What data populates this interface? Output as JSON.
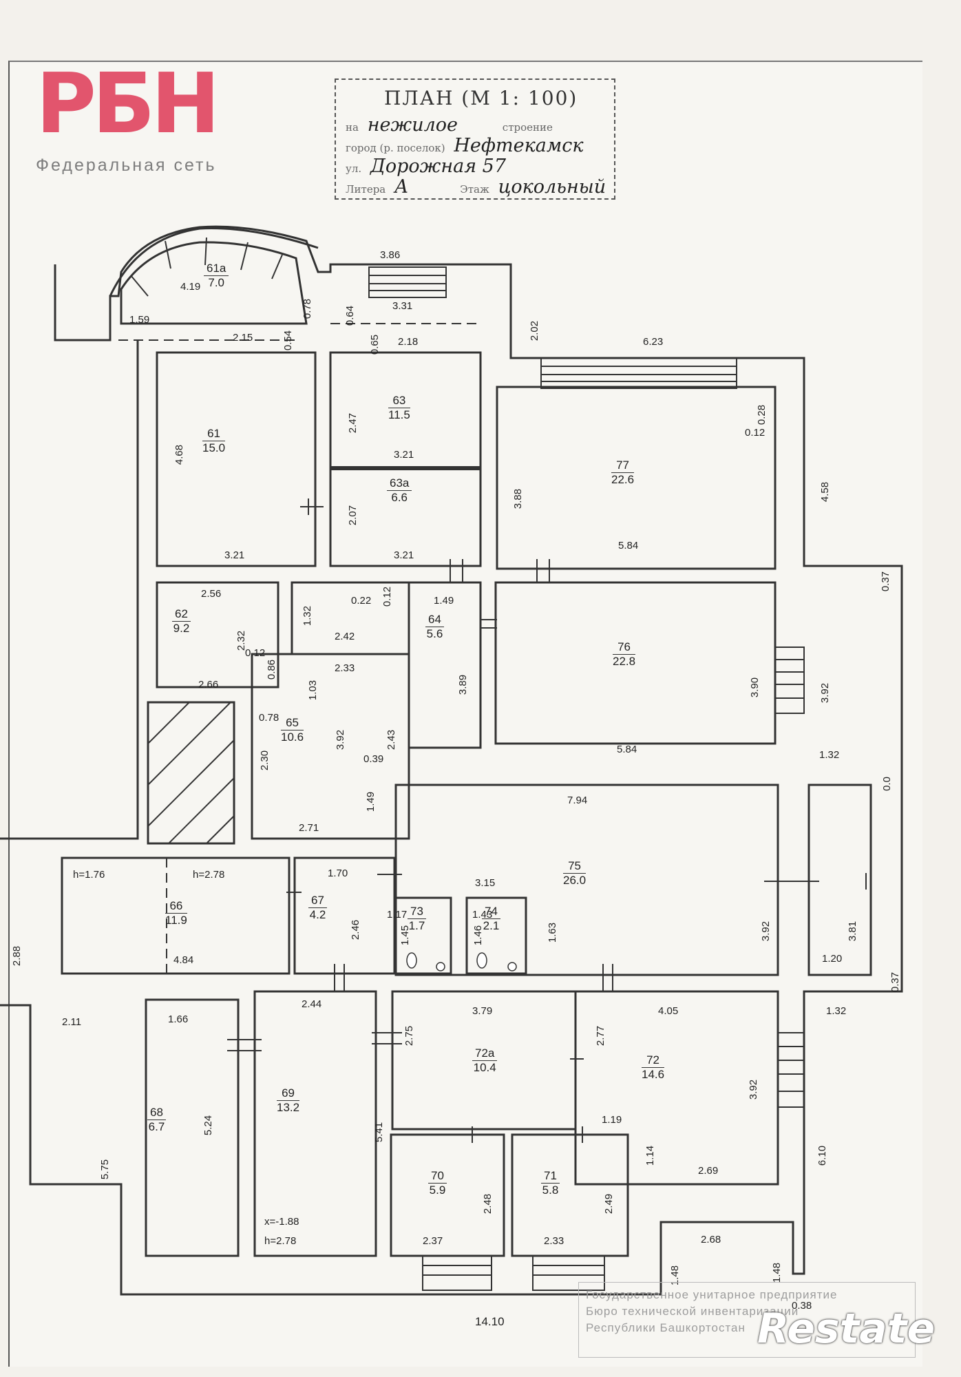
{
  "logo": {
    "mark": "РБН",
    "subtitle": "Федеральная сеть"
  },
  "stamp": {
    "title": "ПЛАН (М 1: 100)",
    "row1_label": "на",
    "row1_value": "нежилое",
    "row1_suffix": "строение",
    "row2_label": "город (р. поселок)",
    "row2_value": "Нефтекамск",
    "row3_label": "ул.",
    "row3_value": "Дорожная 57",
    "row4_label": "Литера",
    "row4_value": "А",
    "row4_label2": "Этаж",
    "row4_value2": "цокольный"
  },
  "rooms": [
    {
      "id": "r61a",
      "num": "61а",
      "area": "7.0"
    },
    {
      "id": "r61",
      "num": "61",
      "area": "15.0"
    },
    {
      "id": "r63",
      "num": "63",
      "area": "11.5"
    },
    {
      "id": "r63a",
      "num": "63а",
      "area": "6.6"
    },
    {
      "id": "r77",
      "num": "77",
      "area": "22.6"
    },
    {
      "id": "r62",
      "num": "62",
      "area": "9.2"
    },
    {
      "id": "r64",
      "num": "64",
      "area": "5.6"
    },
    {
      "id": "r76",
      "num": "76",
      "area": "22.8"
    },
    {
      "id": "r65",
      "num": "65",
      "area": "10.6"
    },
    {
      "id": "r75",
      "num": "75",
      "area": "26.0"
    },
    {
      "id": "r66",
      "num": "66",
      "area": "11.9"
    },
    {
      "id": "r67",
      "num": "67",
      "area": "4.2"
    },
    {
      "id": "r73",
      "num": "73",
      "area": "1.7"
    },
    {
      "id": "r74",
      "num": "74",
      "area": "2.1"
    },
    {
      "id": "r68",
      "num": "68",
      "area": "6.7"
    },
    {
      "id": "r69",
      "num": "69",
      "area": "13.2"
    },
    {
      "id": "r72a",
      "num": "72а",
      "area": "10.4"
    },
    {
      "id": "r72",
      "num": "72",
      "area": "14.6"
    },
    {
      "id": "r70",
      "num": "70",
      "area": "5.9"
    },
    {
      "id": "r71",
      "num": "71",
      "area": "5.8"
    }
  ],
  "dimensions": [
    "3.86",
    "4.19",
    "1.59",
    "0.78",
    "2.15",
    "0.54",
    "0.64",
    "3.31",
    "0.65",
    "2.18",
    "2.02",
    "6.23",
    "4.68",
    "3.21",
    "2.47",
    "3.21",
    "2.07",
    "3.21",
    "0.28",
    "0.12",
    "3.88",
    "4.58",
    "5.84",
    "0.37",
    "2.56",
    "1.32",
    "0.22",
    "0.12",
    "1.49",
    "2.32",
    "0.12",
    "2.42",
    "0.86",
    "2.66",
    "2.33",
    "1.03",
    "3.89",
    "3.90",
    "3.92",
    "0.78",
    "3.92",
    "2.43",
    "0.39",
    "5.84",
    "2.30",
    "1.32",
    "1.49",
    "7.94",
    "0.0",
    "2.71",
    "h=1.76",
    "h=2.78",
    "1.70",
    "3.15",
    "1.17",
    "1.43",
    "1.45",
    "1.46",
    "1.63",
    "2.46",
    "3.92",
    "3.81",
    "4.84",
    "1.20",
    "2.88",
    "0.37",
    "2.44",
    "3.79",
    "4.05",
    "1.32",
    "2.11",
    "1.66",
    "2.75",
    "2.77",
    "3.92",
    "5.24",
    "5.41",
    "5.75",
    "1.19",
    "1.14",
    "2.69",
    "6.10",
    "2.48",
    "2.49",
    "x=-1.88",
    "h=2.78",
    "2.37",
    "2.33",
    "2.68",
    "1.48",
    "1.48",
    "0.38"
  ],
  "total_width": "14.10",
  "faded_stamp": [
    "Государственное унитарное предприятие",
    "Бюро технической инвентаризации",
    "Республики Башкортостан"
  ],
  "watermark": "Restate",
  "colors": {
    "logo": "#e2556d",
    "ink": "#222222",
    "paper": "#f7f6f2"
  }
}
